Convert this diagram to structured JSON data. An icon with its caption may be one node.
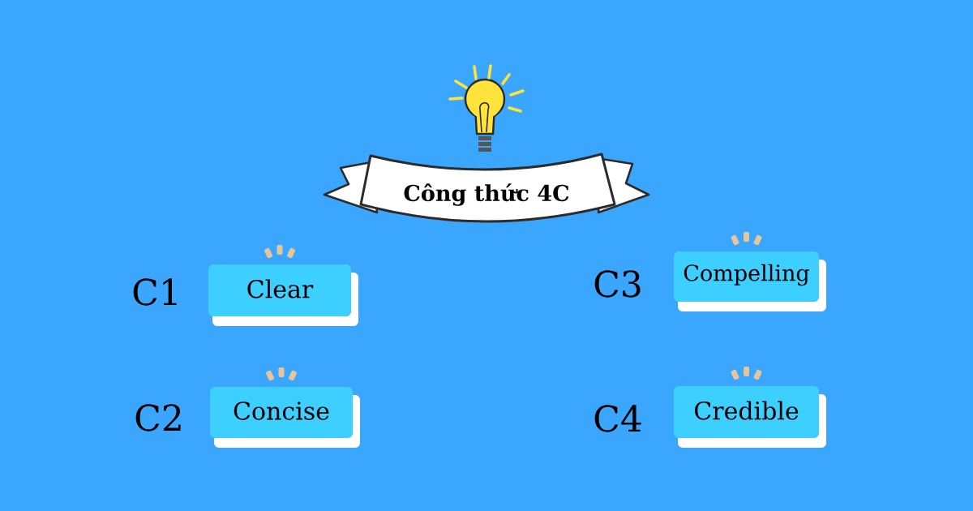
{
  "diagram": {
    "nodes": [
      {
        "text": [
          "Công thức 4C"
        ]
      },
      {
        "text": [
          "Clear"
        ],
        "beside": [
          "C1"
        ]
      },
      {
        "text": [
          "Concise"
        ],
        "beside": [
          "C2"
        ]
      },
      {
        "text": [
          "Compelling"
        ],
        "beside": [
          "C3"
        ]
      },
      {
        "text": [
          "Credible"
        ],
        "beside": [
          "C4"
        ]
      }
    ]
  }
}
